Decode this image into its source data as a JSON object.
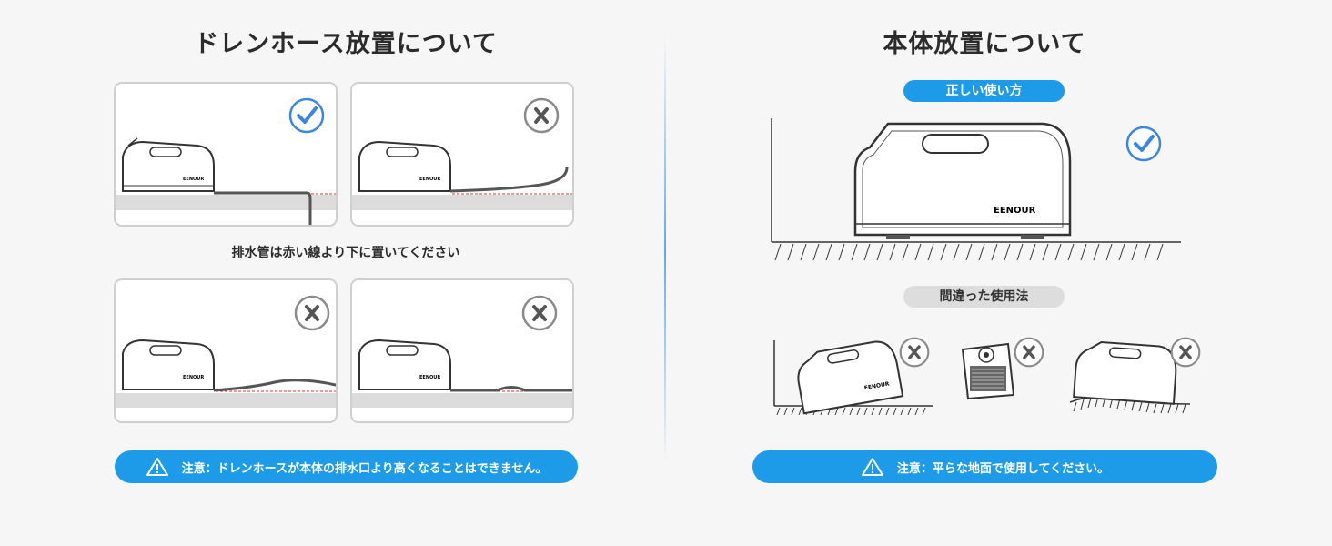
{
  "left": {
    "title": "ドレンホース放置について",
    "note": "排水管は赤い線より下に置いてください",
    "warning": "注意：ドレンホースが本体の排水口より高くなることはできません。"
  },
  "right": {
    "title": "本体放置について",
    "correct_label": "正しい使い方",
    "wrong_label": "間違った使用法",
    "warning": "注意：平らな地面で使用してください。"
  },
  "brand": "EENOUR",
  "colors": {
    "accent": "#1d9be8",
    "check": "#3a86e0",
    "cross": "#8a8a8a",
    "redline": "#d9342b"
  },
  "icons": {
    "correct": "check-circle-icon",
    "wrong": "x-circle-icon",
    "warning": "warning-triangle-icon"
  }
}
